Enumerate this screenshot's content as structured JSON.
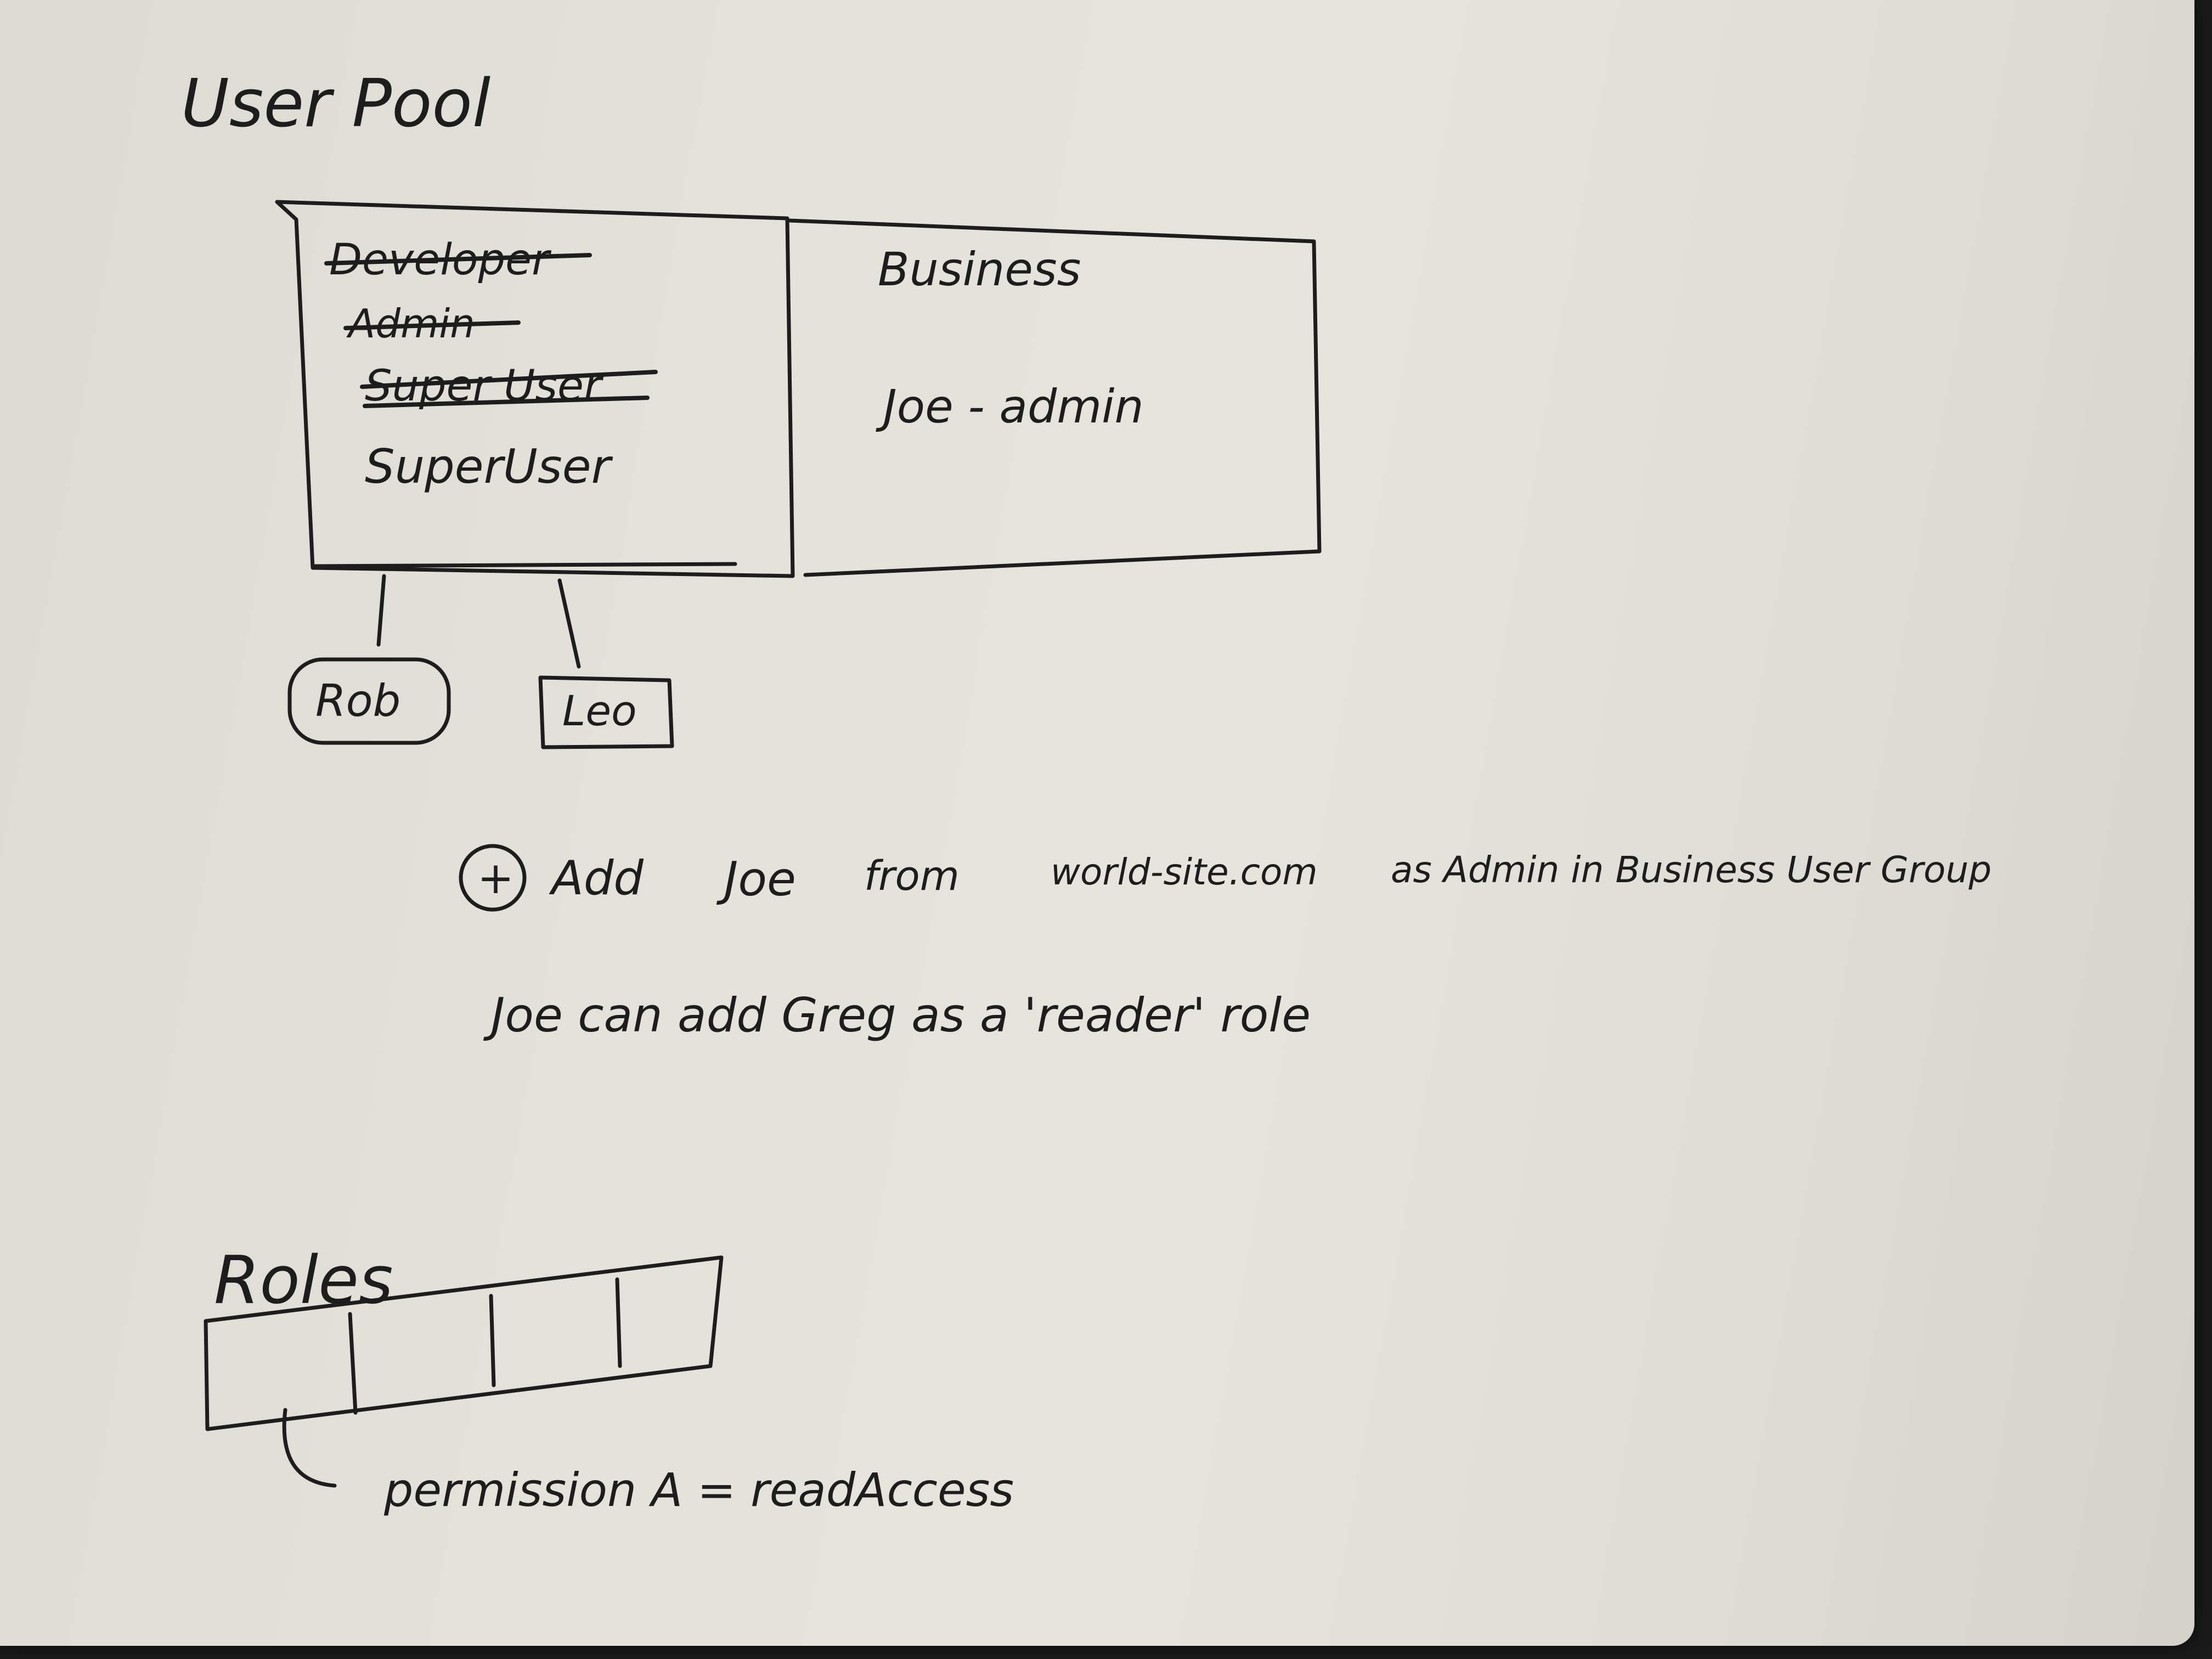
{
  "user_pool": {
    "title": "User Pool",
    "left_group": {
      "struck_roles": [
        "Developer",
        "Admin",
        "Super User"
      ],
      "role": "SuperUser",
      "members": [
        "Rob",
        "Leo"
      ]
    },
    "right_group": {
      "name": "Business",
      "member": "Joe - admin"
    }
  },
  "notes": {
    "step_marker": "+",
    "line1": {
      "action": "Add",
      "name": "Joe",
      "from": "from",
      "site": "world-site.com",
      "rest": "as Admin in Business User Group"
    },
    "line2": "Joe can add Greg as a 'reader' role"
  },
  "roles": {
    "title": "Roles",
    "annotation": "permission A = readAccess"
  }
}
